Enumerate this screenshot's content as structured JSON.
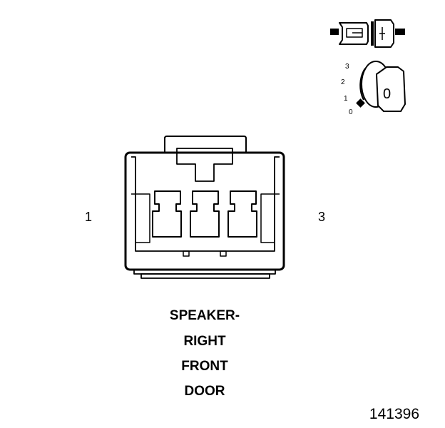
{
  "connector": {
    "pin_left": "1",
    "pin_right": "3"
  },
  "title_lines": [
    "SPEAKER-",
    "RIGHT",
    "FRONT",
    "DOOR"
  ],
  "key_icon": {
    "positions": [
      "3",
      "2",
      "1",
      "0"
    ],
    "key_label": "0"
  },
  "reference_number": "141396",
  "colors": {
    "line": "#000000",
    "background": "#ffffff"
  }
}
